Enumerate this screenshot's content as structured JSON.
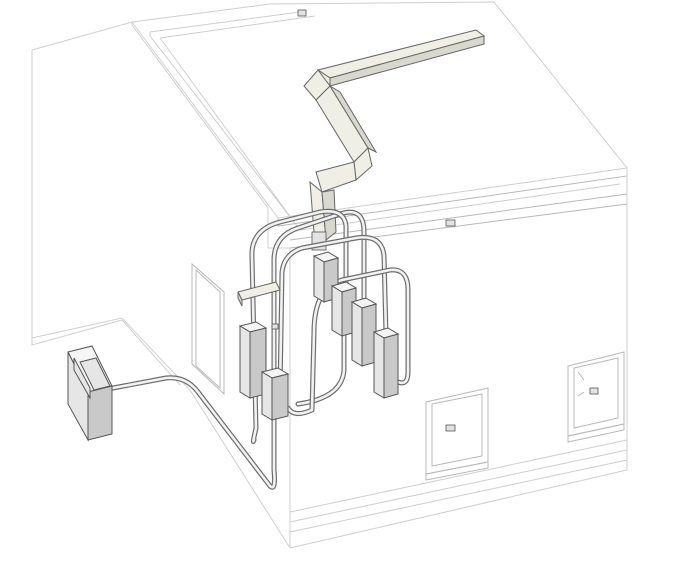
{
  "view": {
    "kind": "3d isometric building model",
    "style": "hidden line",
    "background": "#ffffff",
    "line_color": "#cfcfcf",
    "pipe_color": "#6d6d6d"
  },
  "elements": {
    "building": "building-volume",
    "outdoor_unit": "outdoor-condensing-unit",
    "indoor_units": 6,
    "duct": "roof-supply-duct",
    "windows": 3
  }
}
